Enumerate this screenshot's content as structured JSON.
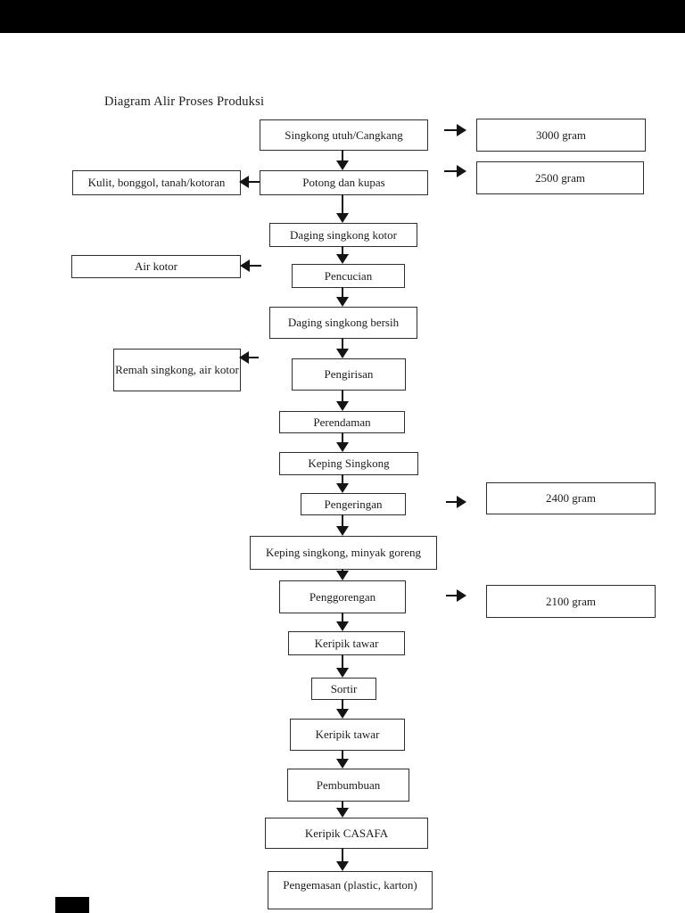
{
  "page": {
    "title": "Diagram Alir Proses Produksi"
  },
  "colors": {
    "page_background": "#ffffff",
    "line_color": "#141414",
    "text_color": "#1b1b1b",
    "scan_bar_color": "#000000"
  },
  "flowchart": {
    "steps": [
      "Singkong utuh/Cangkang",
      "Potong dan kupas",
      "Daging singkong kotor",
      "Pencucian",
      "Daging singkong bersih",
      "Pengirisan",
      "Perendaman",
      "Keping Singkong",
      "Pengeringan",
      "Keping singkong, minyak goreng",
      "Penggorengan",
      "Keripik tawar",
      "Sortir",
      "Keripik tawar",
      "Pembumbuan",
      "Keripik CASAFA",
      "Pengemasan (plastic, karton)"
    ],
    "byproducts": [
      {
        "label": "Kulit, bonggol, tanah/kotoran",
        "from_step": "Potong dan kupas"
      },
      {
        "label": "Air kotor",
        "from_step": "Pencucian"
      },
      {
        "label": "Remah singkong, air kotor",
        "from_step": "Pengirisan"
      }
    ],
    "weights": [
      {
        "label": "3000 gram",
        "from_step": "Singkong utuh/Cangkang"
      },
      {
        "label": "2500 gram",
        "from_step": "Potong dan kupas"
      },
      {
        "label": "2400 gram",
        "from_step": "Pengeringan"
      },
      {
        "label": "2100 gram",
        "from_step": "Penggorengan"
      }
    ]
  }
}
